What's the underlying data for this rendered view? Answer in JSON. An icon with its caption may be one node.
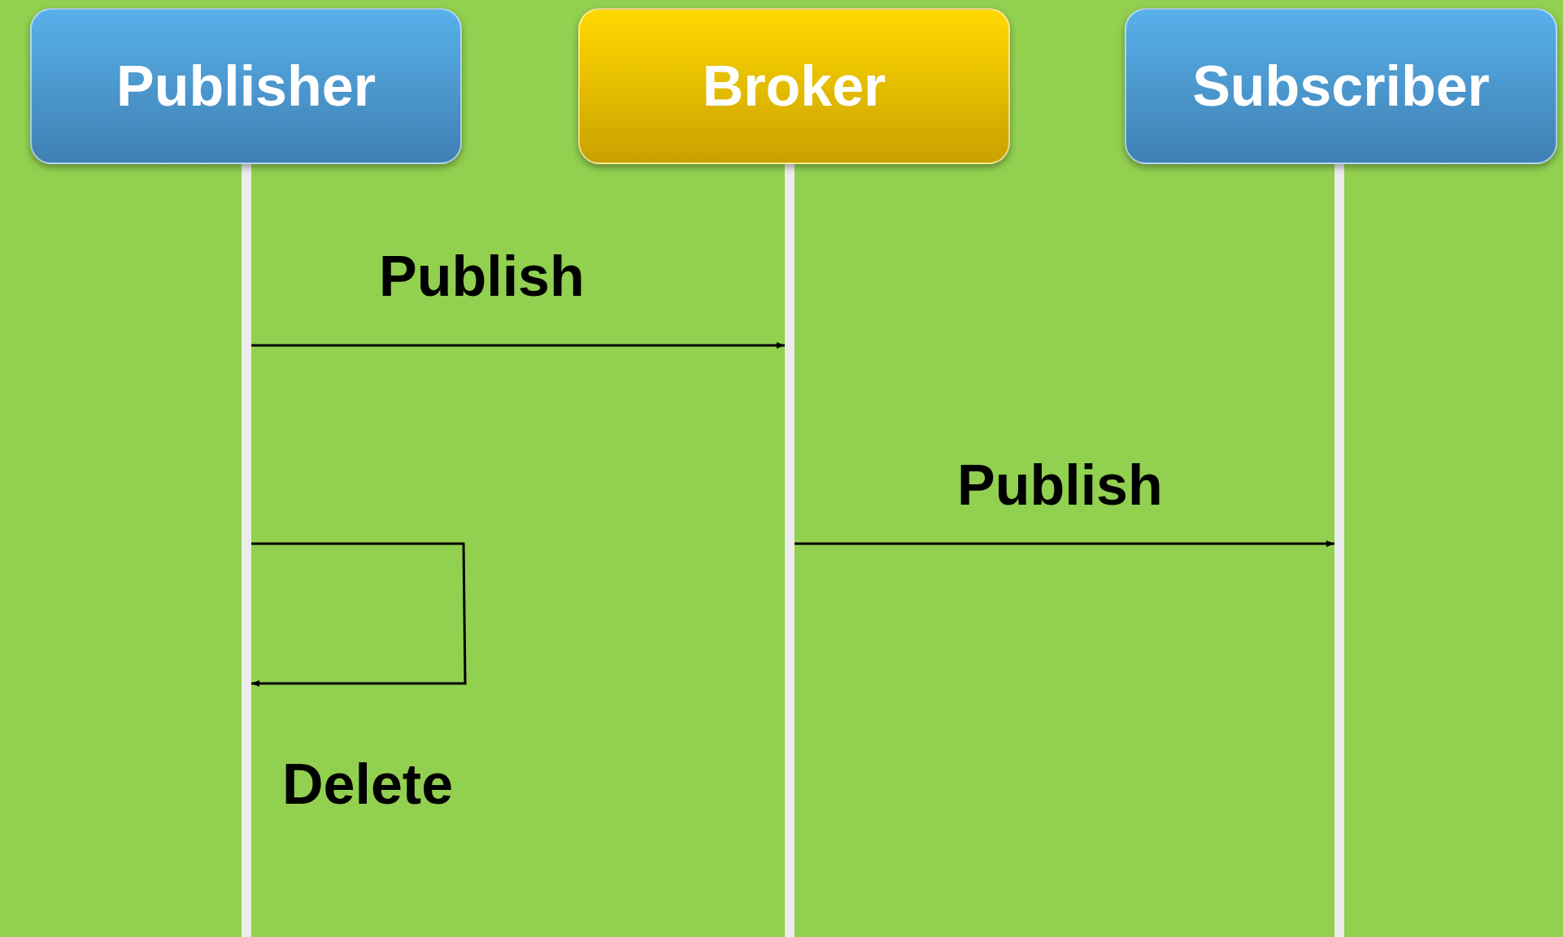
{
  "diagram": {
    "nodes": [
      {
        "text": [
          "Publisher"
        ]
      },
      {
        "text": [
          "Broker"
        ]
      },
      {
        "text": [
          "Subscriber"
        ]
      }
    ],
    "edges": [
      {
        "from": 0,
        "to": 1,
        "arrow": "to",
        "label": "Publish"
      },
      {
        "from": 1,
        "to": 2,
        "arrow": "to",
        "label": "Publish"
      },
      {
        "from": 0,
        "to": 0,
        "arrow": "to",
        "label": "Delete"
      }
    ]
  }
}
